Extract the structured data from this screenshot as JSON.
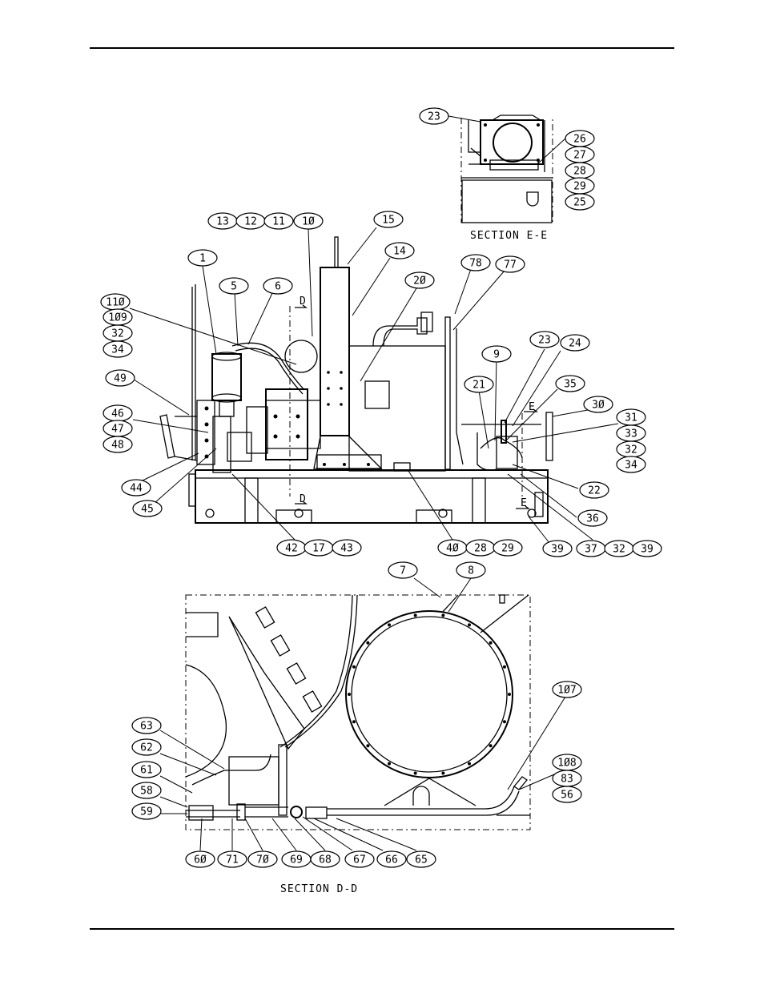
{
  "sections": {
    "ee": {
      "caption": "SECTION E-E",
      "callouts": [
        "23",
        "26",
        "27",
        "28",
        "29",
        "25"
      ]
    },
    "main": {
      "callouts": [
        "13",
        "12",
        "11",
        "10",
        "15",
        "14",
        "1",
        "5",
        "6",
        "20",
        "78",
        "77",
        "110",
        "109",
        "32",
        "34",
        "49",
        "46",
        "47",
        "48",
        "44",
        "45",
        "9",
        "23",
        "24",
        "21",
        "35",
        "30",
        "31",
        "33",
        "32",
        "34",
        "22",
        "36",
        "42",
        "17",
        "43",
        "40",
        "28",
        "29",
        "39",
        "37",
        "32",
        "39"
      ],
      "section_markers": [
        "D",
        "D",
        "E",
        "E"
      ]
    },
    "dd": {
      "caption": "SECTION D-D",
      "callouts": [
        "7",
        "8",
        "107",
        "63",
        "62",
        "61",
        "58",
        "59",
        "108",
        "83",
        "56",
        "60",
        "71",
        "70",
        "69",
        "68",
        "67",
        "66",
        "65"
      ]
    }
  }
}
